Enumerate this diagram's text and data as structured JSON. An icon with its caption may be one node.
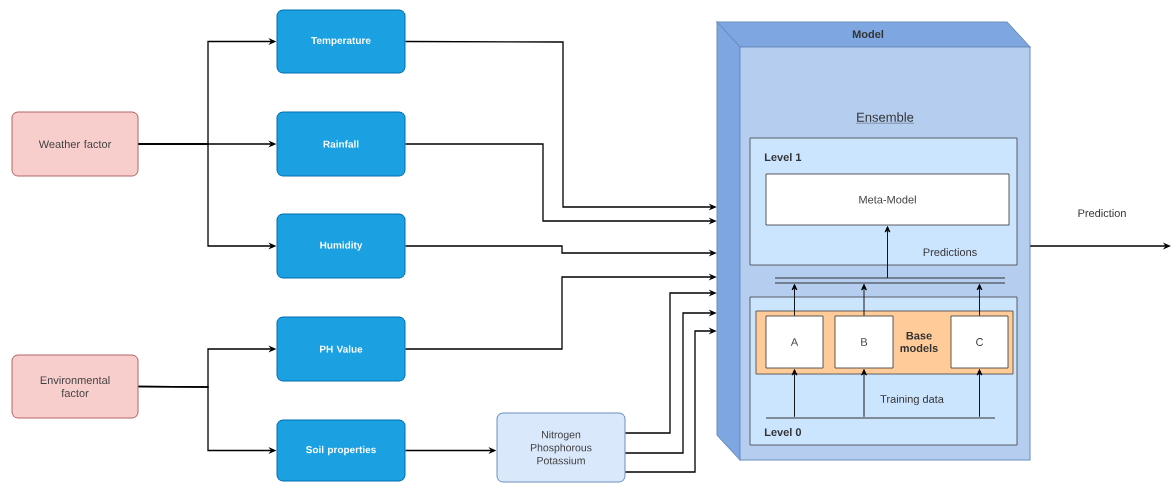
{
  "diagram": {
    "nodes": [
      {
        "text": [
          "Weather factor"
        ]
      },
      {
        "text": [
          "Environmental factor"
        ]
      },
      {
        "text": [
          "Temperature"
        ]
      },
      {
        "text": [
          "Rainfall"
        ]
      },
      {
        "text": [
          "Humidity"
        ]
      },
      {
        "text": [
          "PH Value"
        ]
      },
      {
        "text": [
          "Soil properties"
        ]
      },
      {
        "text": [
          "Nitrogen Phosphorous Potassium"
        ]
      },
      {
        "text": [
          "Model",
          "Ensemble"
        ]
      },
      {
        "text": [
          "Level 1"
        ],
        "in": 8
      },
      {
        "text": [
          "Meta-Model"
        ],
        "in": 9
      },
      {
        "text": [],
        "shape": "bar",
        "in": 8
      },
      {
        "text": [
          "Level 0"
        ],
        "in": 8
      },
      {
        "text": [
          "Base models"
        ],
        "in": 12
      },
      {
        "text": [
          "A"
        ],
        "in": 13
      },
      {
        "text": [
          "B"
        ],
        "in": 13
      },
      {
        "text": [
          "C"
        ],
        "in": 13
      },
      {
        "text": [],
        "shape": "bar",
        "in": 12
      }
    ],
    "edges": [
      {
        "from": 0,
        "to": 2,
        "arrow": "to"
      },
      {
        "from": 0,
        "to": 3,
        "arrow": "to"
      },
      {
        "from": 0,
        "to": 4,
        "arrow": "to"
      },
      {
        "from": 1,
        "to": 5,
        "arrow": "to"
      },
      {
        "from": 1,
        "to": 6,
        "arrow": "to"
      },
      {
        "from": 6,
        "to": 7,
        "arrow": "to"
      },
      {
        "from": 2,
        "to": 8,
        "arrow": "to"
      },
      {
        "from": 3,
        "to": 8,
        "arrow": "to"
      },
      {
        "from": 4,
        "to": 8,
        "arrow": "to"
      },
      {
        "from": 5,
        "to": 8,
        "arrow": "to"
      },
      {
        "from": 7,
        "to": 8,
        "arrow": "to"
      },
      {
        "from": 7,
        "to": 8,
        "arrow": "to"
      },
      {
        "from": 7,
        "to": 8,
        "arrow": "to"
      },
      {
        "from": 8,
        "to": null,
        "arrow": "to",
        "label": "Prediction"
      },
      {
        "from": 14,
        "to": 11,
        "arrow": "to"
      },
      {
        "from": 15,
        "to": 11,
        "arrow": "to"
      },
      {
        "from": 16,
        "to": 11,
        "arrow": "to"
      },
      {
        "from": 11,
        "to": 10,
        "arrow": "to"
      },
      {
        "from": 17,
        "to": 14,
        "arrow": "to"
      },
      {
        "from": 17,
        "to": 15,
        "arrow": "to"
      },
      {
        "from": 17,
        "to": 16,
        "arrow": "to"
      }
    ],
    "labels": [
      "Predictions",
      "Training data"
    ]
  }
}
